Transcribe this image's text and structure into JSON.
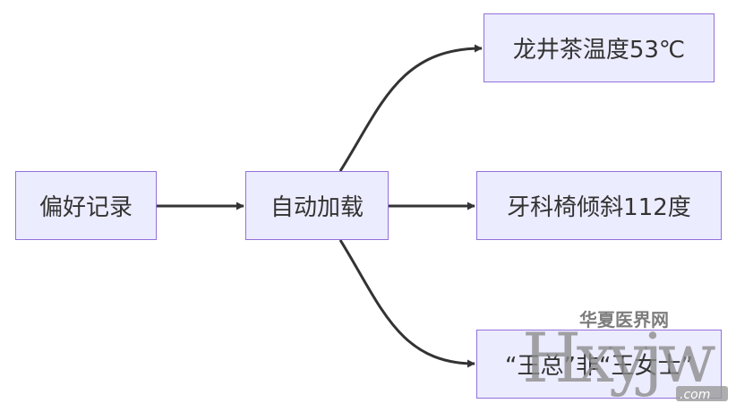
{
  "nodes": {
    "pref": "偏好记录",
    "autoload": "自动加载",
    "tea": "龙井茶温度53℃",
    "chair": "牙科椅倾斜112度",
    "title": "“王总”非“王女士”"
  },
  "edges": [
    {
      "from": "偏好记录",
      "to": "自动加载"
    },
    {
      "from": "自动加载",
      "to": "龙井茶温度53℃"
    },
    {
      "from": "自动加载",
      "to": "牙科椅倾斜112度"
    },
    {
      "from": "自动加载",
      "to": "“王总”非“王女士”"
    }
  ],
  "watermark": {
    "brand_cn": "华夏医界网",
    "brand_mark": "Hxyjw",
    "domain": ".com"
  },
  "colors": {
    "node_fill": "#ececff",
    "node_border": "#9370db",
    "edge": "#333333",
    "watermark_gray": "#8a8a8a",
    "watermark_red": "#d9261c"
  }
}
